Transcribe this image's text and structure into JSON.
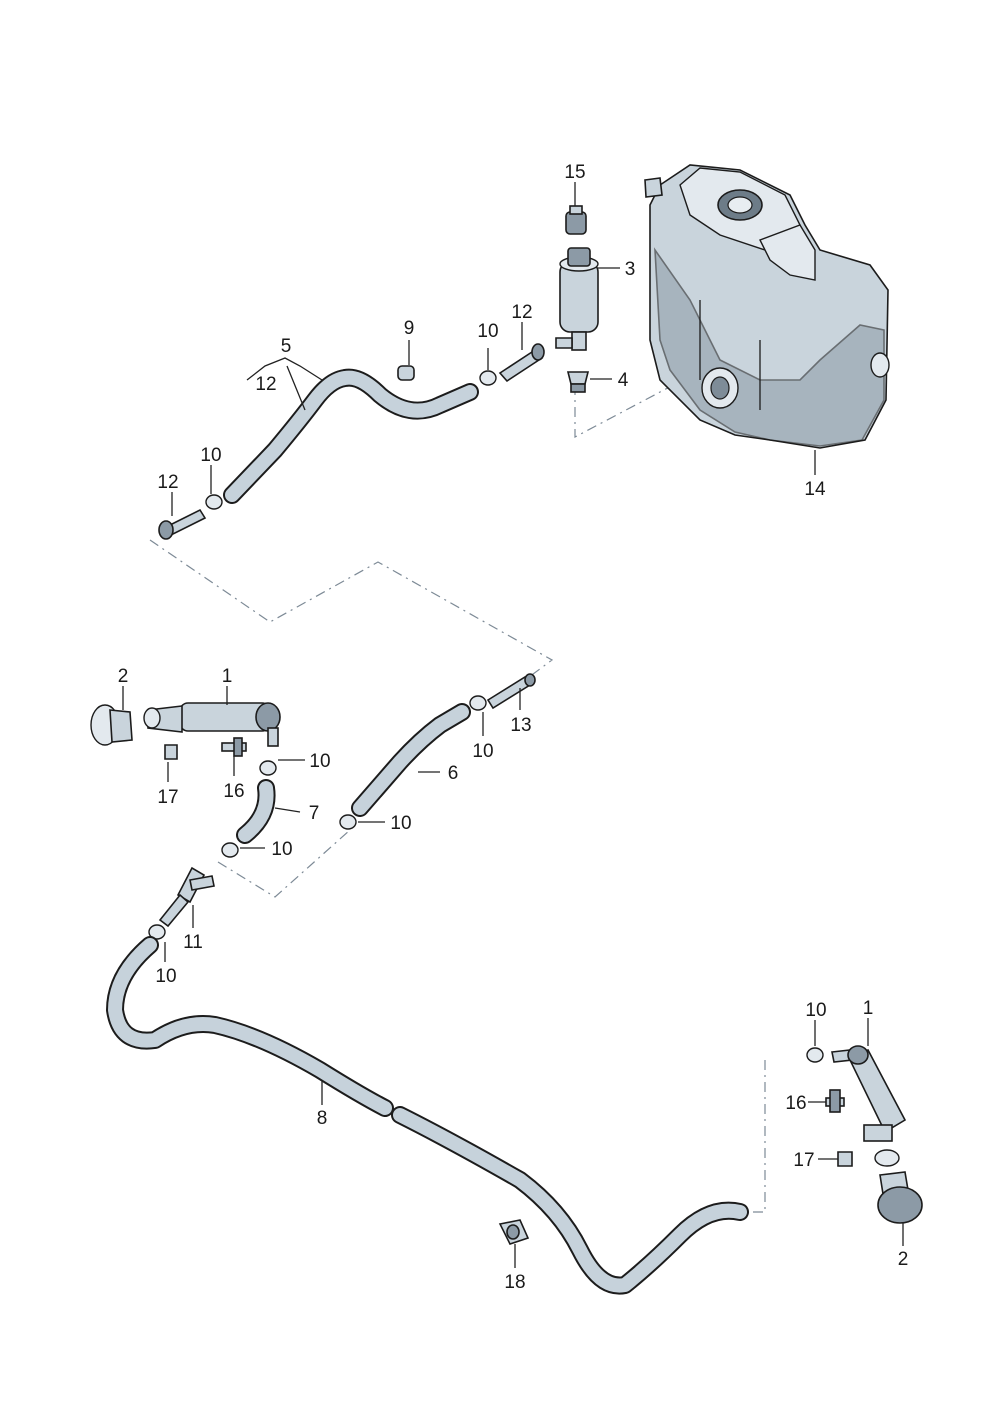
{
  "callouts": {
    "p15": "15",
    "p3": "3",
    "p12_top": "12",
    "p10_top": "10",
    "p9": "9",
    "p5": "5",
    "p12_bracket": "12",
    "p4": "4",
    "p14": "14",
    "p12_left": "12",
    "p10_left": "10",
    "p2_left": "2",
    "p1_left": "1",
    "p17_left": "17",
    "p16_left": "16",
    "p10_a": "10",
    "p7": "7",
    "p10_b": "10",
    "p10_c": "10",
    "p6": "6",
    "p10_d": "10",
    "p13": "13",
    "p11": "11",
    "p10_e": "10",
    "p8": "8",
    "p18": "18",
    "p10_right": "10",
    "p1_right": "1",
    "p16_right": "16",
    "p17_right": "17",
    "p2_right": "2"
  }
}
